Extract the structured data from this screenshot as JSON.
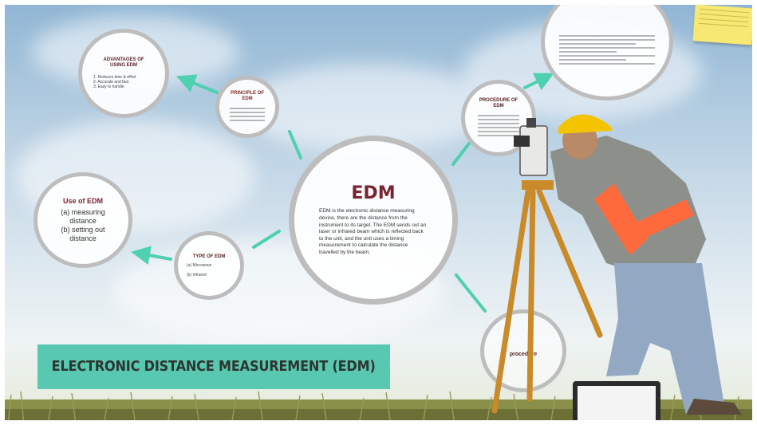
{
  "banner": {
    "text": "ELECTRONIC DISTANCE MEASUREMENT (EDM)"
  },
  "center": {
    "title": "EDM",
    "body": "EDM is the electronic distance measuring device, there are the distance from the instrument to its target. The EDM sends out an laser or infrared beam which is reflected back to the unit, and the unit uses a timing measurement to calculate the distance travelled by the beam."
  },
  "use_of_edm": {
    "title": "Use of EDM",
    "items": [
      "(a) measuring distance",
      "(b) setting out distance"
    ]
  },
  "type_of_edm": {
    "title": "TYPE OF EDM",
    "items": [
      "(a) Microwave",
      "(b) Infrared"
    ]
  },
  "small_top_left": {
    "title": "ADVANTAGES OF USING EDM",
    "items": [
      "1. Reduces time & effort",
      "2. Accurate and fast",
      "3. Easy to handle"
    ]
  },
  "small_upper": {
    "title": "PRINCIPLE OF EDM"
  },
  "small_right": {
    "title": "PROCEDURE OF EDM"
  },
  "small_bottom": {
    "title": "procedure"
  },
  "colors": {
    "banner": "#58c9b0",
    "arrow": "#4fd0b0",
    "title": "#7a2430",
    "circle_border": "#bdbdbd"
  }
}
